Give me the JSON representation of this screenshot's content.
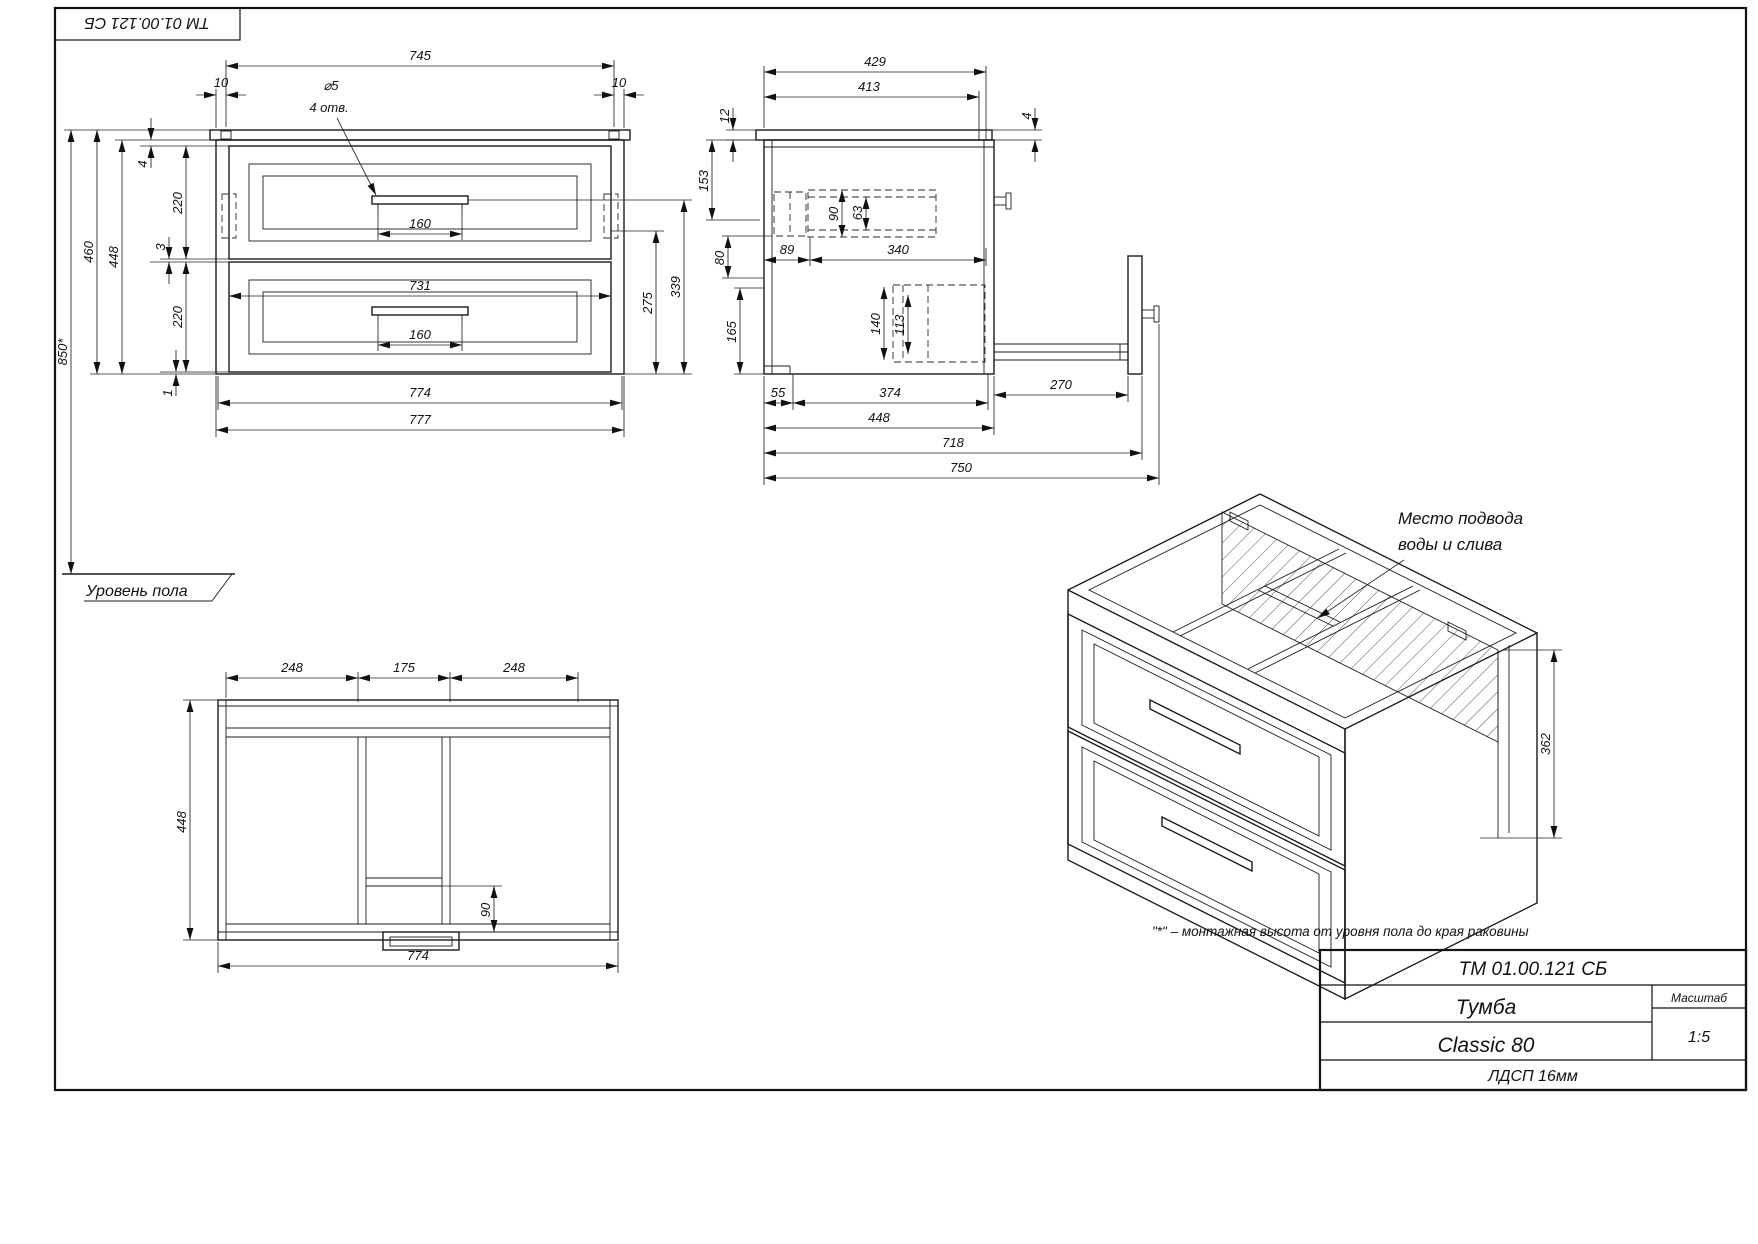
{
  "corner": {
    "stamp": "ТМ 01.00.121 СБ"
  },
  "front_view": {
    "dim_745": "745",
    "dim_10_left": "10",
    "dim_10_right": "10",
    "hole_dia": "⌀5",
    "hole_count": "4 отв.",
    "dim_160_top": "160",
    "dim_160_bottom": "160",
    "dim_731": "731",
    "dim_4": "4",
    "dim_220_top": "220",
    "dim_3": "3",
    "dim_220_bottom": "220",
    "dim_1": "1",
    "dim_448": "448",
    "dim_460": "460",
    "dim_850": "850*",
    "dim_339": "339",
    "dim_275": "275",
    "dim_774": "774",
    "dim_777": "777",
    "floor_label": "Уровень пола"
  },
  "side_view": {
    "dim_429": "429",
    "dim_413": "413",
    "dim_12": "12",
    "dim_4": "4",
    "dim_153": "153",
    "dim_90": "90",
    "dim_63": "63",
    "dim_89": "89",
    "dim_340": "340",
    "dim_80": "80",
    "dim_165": "165",
    "dim_140": "140",
    "dim_113": "113",
    "dim_55": "55",
    "dim_374": "374",
    "dim_270": "270",
    "dim_448": "448",
    "dim_718": "718",
    "dim_750": "750"
  },
  "top_view": {
    "dim_248_left": "248",
    "dim_175": "175",
    "dim_248_right": "248",
    "dim_448": "448",
    "dim_90": "90",
    "dim_774": "774"
  },
  "iso_view": {
    "callout_line1": "Место подвода",
    "callout_line2": "воды и слива",
    "dim_362": "362"
  },
  "footnote": "\"*\" – монтажная высота от уровня пола до края раковины",
  "title_block": {
    "doc_code": "ТМ 01.00.121 СБ",
    "product_line1": "Тумба",
    "product_line2": "Classic 80",
    "scale_label": "Масштаб",
    "scale_value": "1:5",
    "material": "ЛДСП 16мм"
  }
}
